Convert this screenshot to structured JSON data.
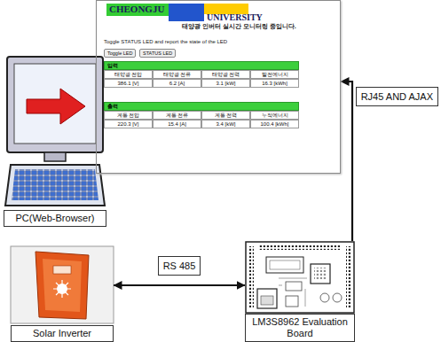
{
  "diagram": {
    "nodes": [
      {
        "text": [
          "CHEONGJU",
          "UNIVERSITY",
          "태양광 인버터 실시간 모니터링 중입니다.",
          "Toggle STATUS LED and report the state of the LED",
          "Toggle LED",
          "STATUS LED",
          "입력",
          "태양광 전압",
          "태양광 전류",
          "태양광 전력",
          "발전에너지",
          "386.1 [V]",
          "6.2 [A]",
          "3.1 [kW]",
          "16.3 [kWh]",
          "출력",
          "계통 전압",
          "계통 전류",
          "계통 전력",
          "누적에너지",
          "220.3 [V]",
          "15.4 [A]",
          "3.4 [kW]",
          "100.4 [kWh]"
        ]
      },
      {
        "text": [
          "PC(Web-Browser)"
        ]
      },
      {
        "text": [
          "Solar Inverter"
        ]
      },
      {
        "text": [
          "LM3S8962 Evaluation Board"
        ]
      }
    ],
    "edges": [
      {
        "from": 3,
        "to": 0,
        "arrow": "to",
        "label": "RJ45 AND AJAX"
      },
      {
        "from": 2,
        "to": 3,
        "arrow": "both",
        "label": "RS 485"
      }
    ]
  }
}
